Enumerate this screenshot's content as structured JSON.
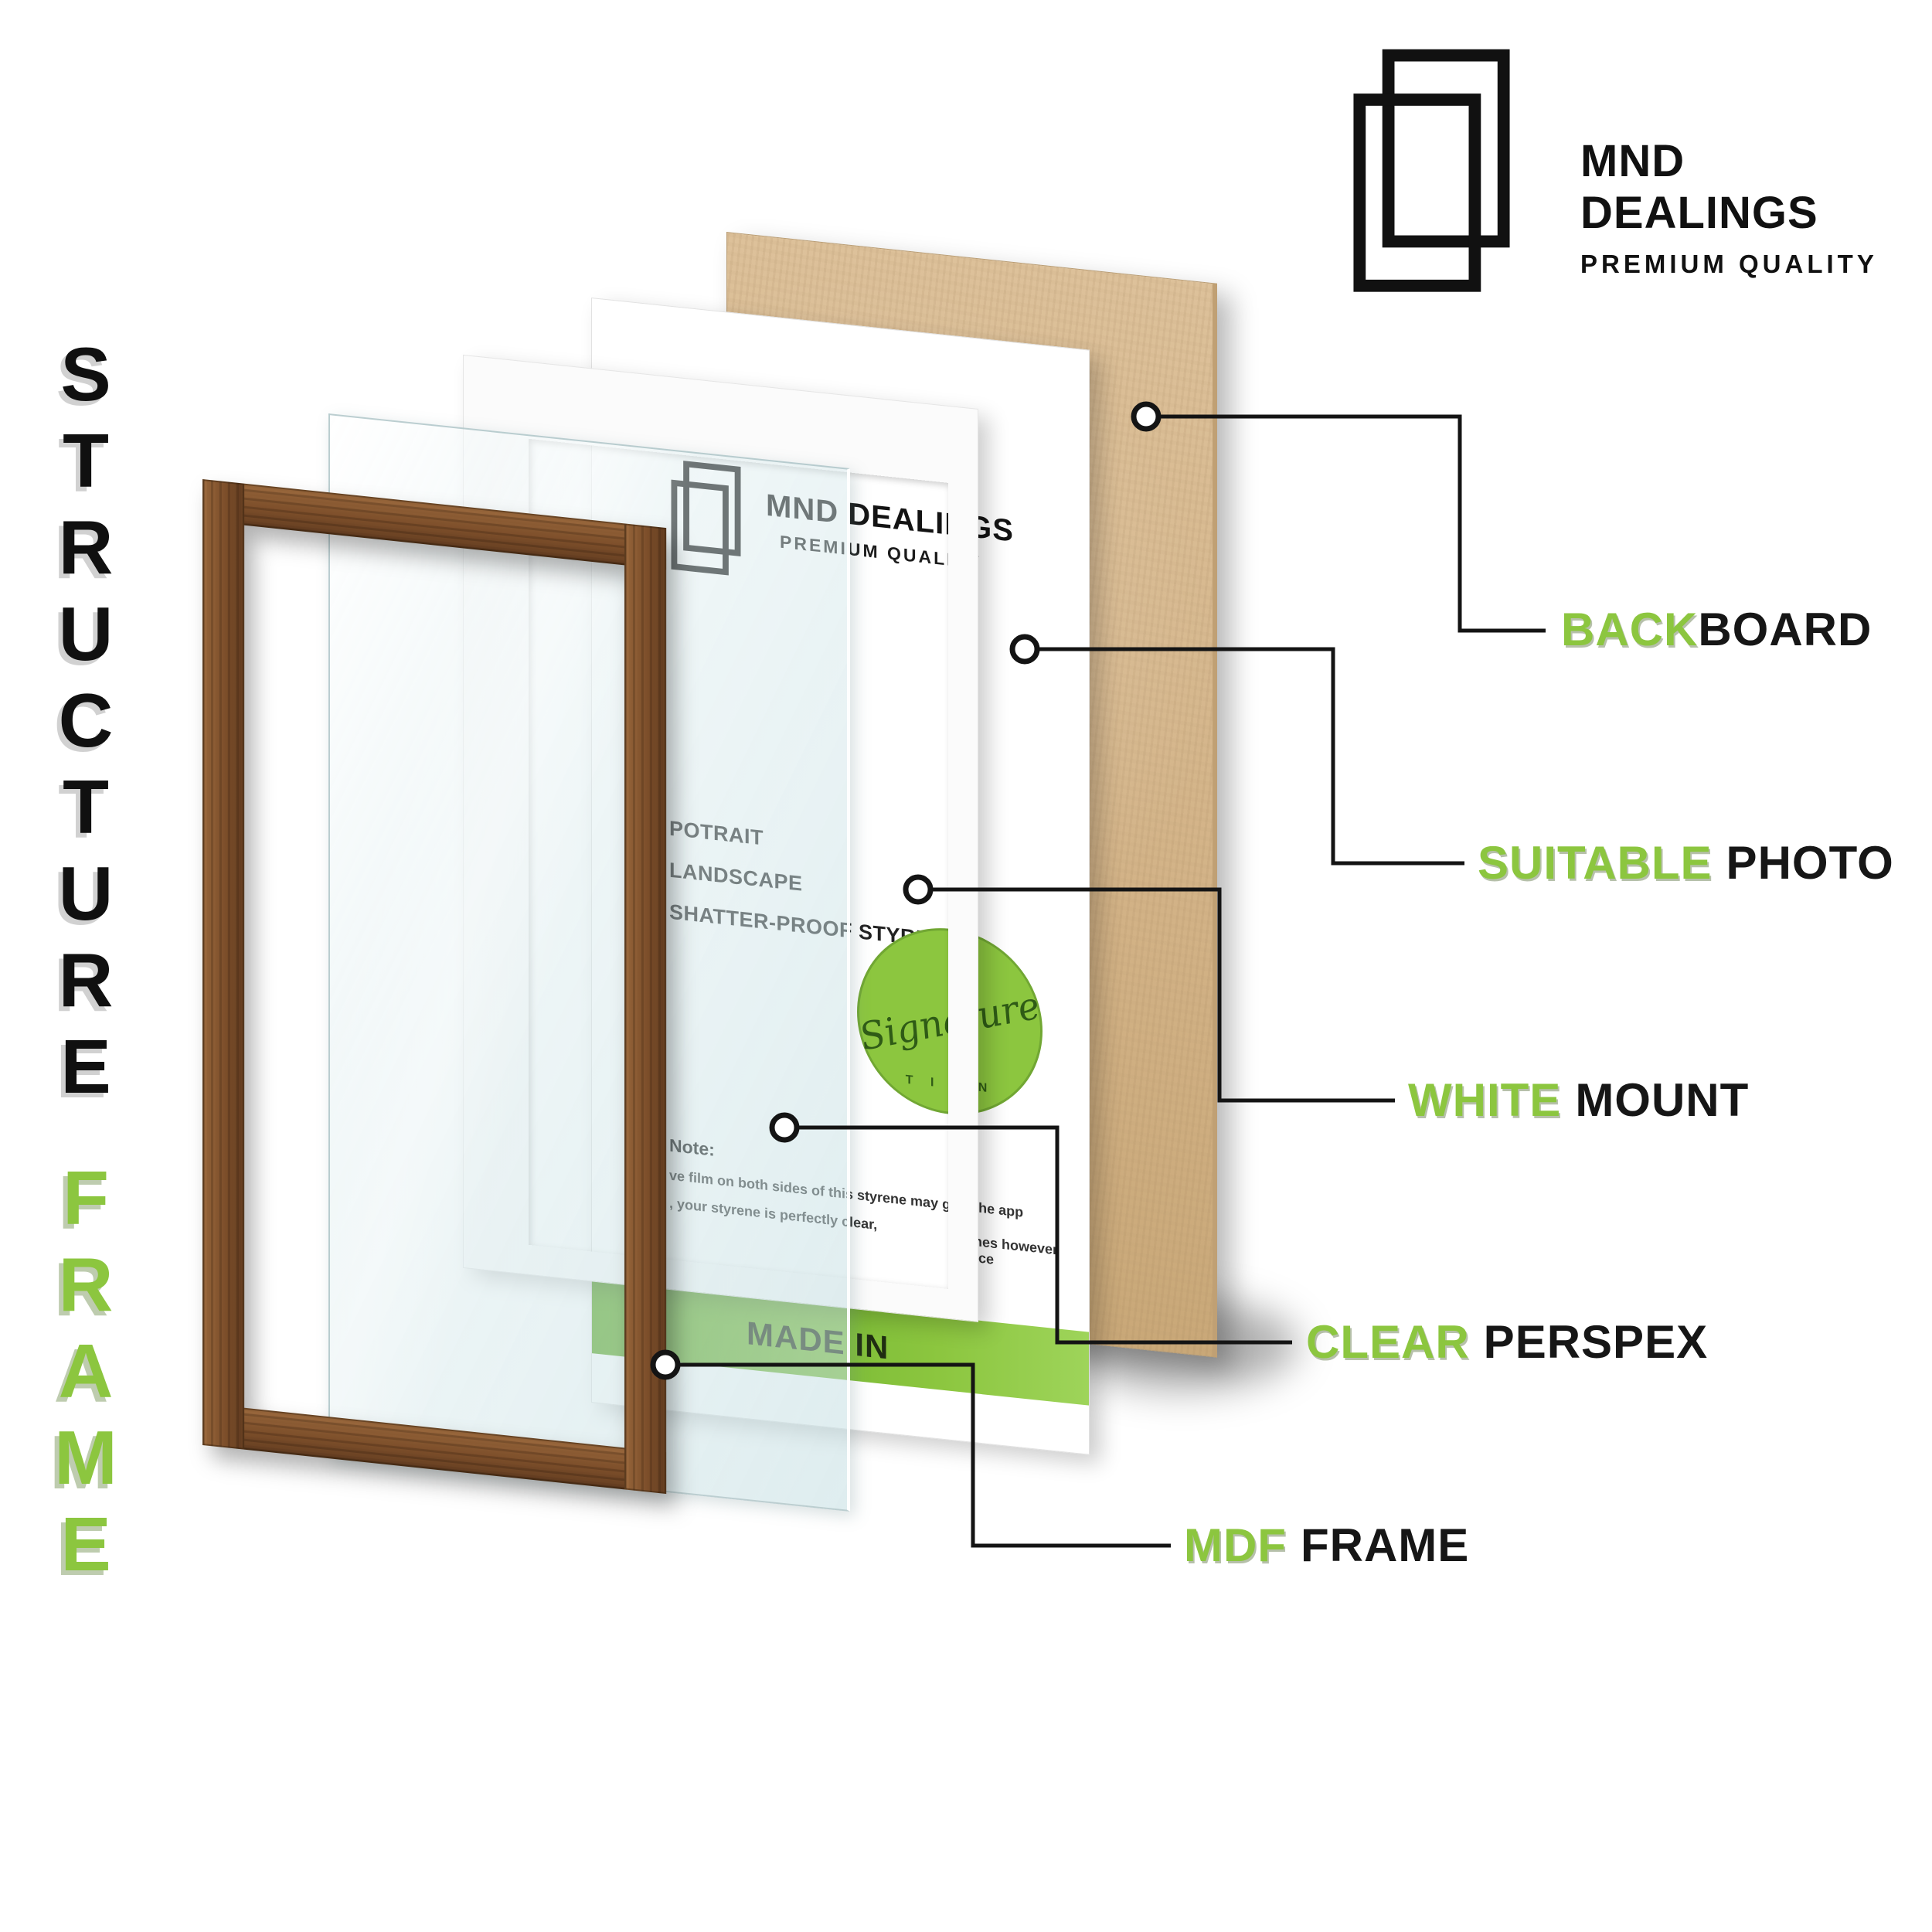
{
  "colors": {
    "accent_green": "#8CC63F",
    "ink": "#141414",
    "wood_brown": "#7c4e2a",
    "board_tan": "#d2b286"
  },
  "header_logo": {
    "brand": "MND DEALINGS",
    "tagline": "PREMIUM QUALITY"
  },
  "side_title": {
    "structure": [
      "S",
      "T",
      "R",
      "U",
      "C",
      "T",
      "U",
      "R",
      "E"
    ],
    "frame": [
      "F",
      "R",
      "A",
      "M",
      "E"
    ]
  },
  "callouts": [
    {
      "id": "backboard",
      "green": "BACK",
      "black": "BOARD"
    },
    {
      "id": "suitable-photo",
      "green": "SUITABLE",
      "black": "PHOTO"
    },
    {
      "id": "white-mount",
      "green": "WHITE",
      "black": "MOUNT"
    },
    {
      "id": "clear-perspex",
      "green": "CLEAR",
      "black": "PERSPEX"
    },
    {
      "id": "mdf-frame",
      "green": "MDF",
      "black": "FRAME"
    }
  ],
  "insert_sheet": {
    "brand": "MND DEALINGS",
    "tagline": "PREMIUM QUALITY",
    "features": [
      "POTRAIT",
      "LANDSCAPE",
      "SHATTER-PROOF STYRENE"
    ],
    "note_title": "Note:",
    "note_line1": "ve film on both sides of this styrene may give the app",
    "note_line2": ", your styrene is perfectly clear,",
    "note_fragment": "tches however once",
    "badge_script": "Signature",
    "badge_arc": "T I O N",
    "banner_text": "MADE IN"
  }
}
